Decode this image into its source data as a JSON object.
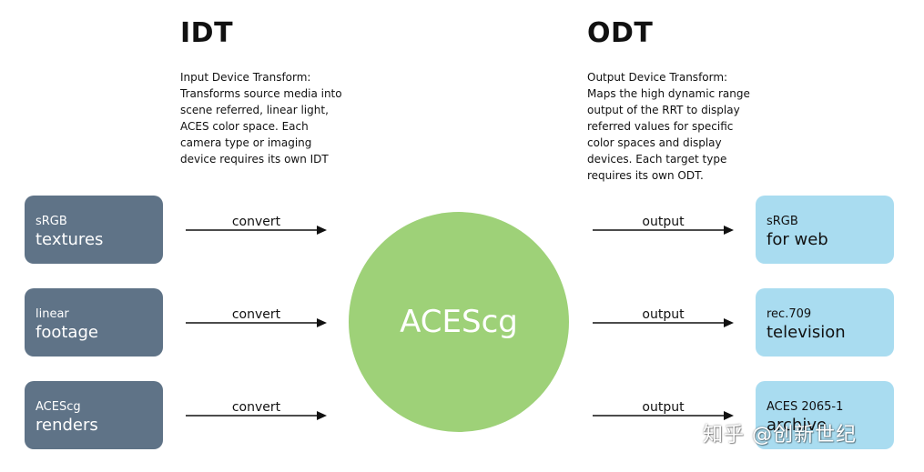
{
  "idt": {
    "heading": "IDT",
    "description": "Input Device Transform: Transforms source media into scene referred, linear light, ACES color space. Each camera type or imaging device requires its own IDT"
  },
  "odt": {
    "heading": "ODT",
    "description": "Output Device Transform: Maps the high dynamic range output of the RRT to display referred values for specific color spaces and display devices. Each target type requires its own ODT."
  },
  "inputs": [
    {
      "line1": "sRGB",
      "line2": "textures"
    },
    {
      "line1": "linear",
      "line2": "footage"
    },
    {
      "line1": "ACEScg",
      "line2": "renders"
    }
  ],
  "input_arrows": [
    {
      "label": "convert"
    },
    {
      "label": "convert"
    },
    {
      "label": "convert"
    }
  ],
  "center": {
    "label": "ACEScg"
  },
  "output_arrows": [
    {
      "label": "output"
    },
    {
      "label": "output"
    },
    {
      "label": "output"
    }
  ],
  "outputs": [
    {
      "line1": "sRGB",
      "line2": "for web"
    },
    {
      "line1": "rec.709",
      "line2": "television"
    },
    {
      "line1": "ACES 2065-1",
      "line2": "archive"
    }
  ],
  "watermark": "知乎 @创新世纪",
  "colors": {
    "input_box": "#5f7387",
    "output_box": "#a9dcf0",
    "center_circle": "#9ed178",
    "arrow": "#111111"
  }
}
